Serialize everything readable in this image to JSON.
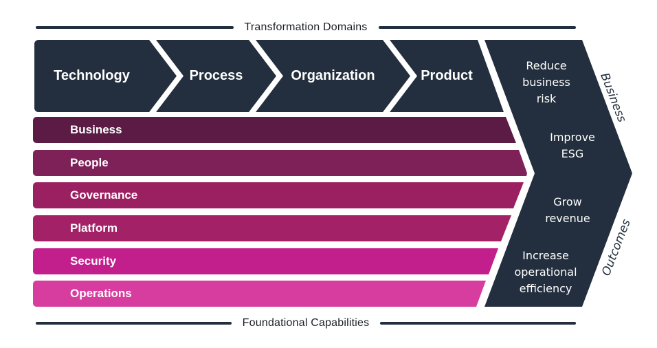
{
  "titles": {
    "top": "Transformation Domains",
    "bottom": "Foundational Capabilities"
  },
  "transformation_domains": [
    "Technology",
    "Process",
    "Organization",
    "Product"
  ],
  "foundational_capabilities": [
    {
      "label": "Business",
      "color": "#5C1B45"
    },
    {
      "label": "People",
      "color": "#7D2158"
    },
    {
      "label": "Governance",
      "color": "#9B2062"
    },
    {
      "label": "Platform",
      "color": "#A22167"
    },
    {
      "label": "Security",
      "color": "#C21E8C"
    },
    {
      "label": "Operations",
      "color": "#D73D9E"
    }
  ],
  "business_outcomes": {
    "edge_label_top": "Business",
    "edge_label_bottom": "Outcomes",
    "items": [
      "Reduce business risk",
      "Improve ESG",
      "Grow revenue",
      "Increase operational efficiency"
    ]
  },
  "colors": {
    "navy": "#232F3E",
    "text_dark": "#1B1F26",
    "white": "#FFFFFF"
  }
}
